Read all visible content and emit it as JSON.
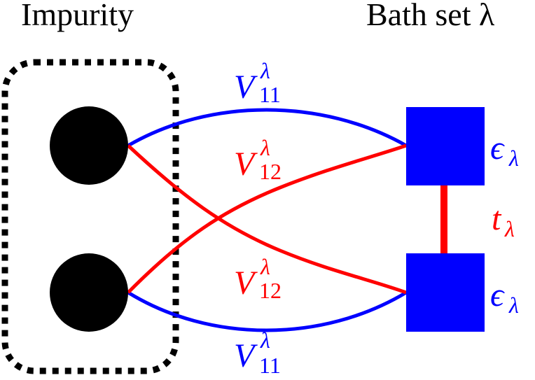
{
  "titles": {
    "impurity": "Impurity",
    "bath_set": "Bath set λ"
  },
  "labels": {
    "v11_top": {
      "main": "V",
      "sub": "11",
      "sup": "λ"
    },
    "v12_top": {
      "main": "V",
      "sub": "12",
      "sup": "λ"
    },
    "v12_bottom": {
      "main": "V",
      "sub": "12",
      "sup": "λ"
    },
    "v11_bottom": {
      "main": "V",
      "sub": "11",
      "sup": "λ"
    },
    "eps_top": {
      "main": "ϵ",
      "sub": "λ"
    },
    "eps_bottom": {
      "main": "ϵ",
      "sub": "λ"
    },
    "t": {
      "main": "t",
      "sub": "λ"
    }
  },
  "colors": {
    "v11": "#0000ff",
    "v12": "#ff0000",
    "hopping": "#ff0000",
    "bath_site": "#0000ff",
    "impurity_site": "#000000",
    "impurity_box": "#000000"
  }
}
